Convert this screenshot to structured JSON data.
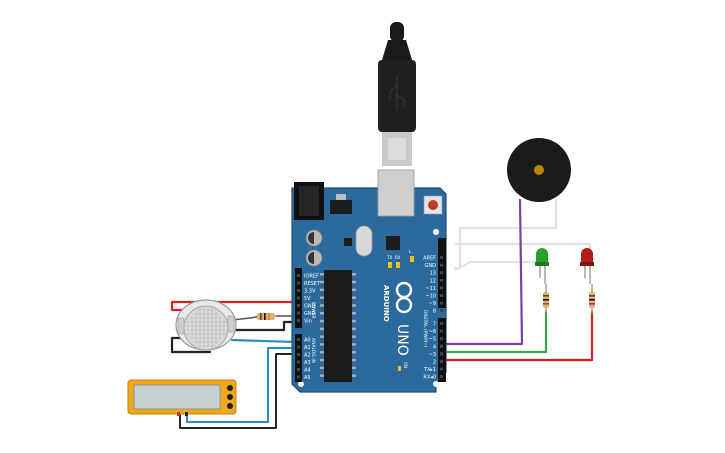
{
  "board": {
    "brand": "ARDUINO",
    "model": "UNO",
    "power_header": "POWER",
    "analog_header": "ANALOG IN",
    "digital_header": "DIGITAL (PWM~)",
    "power_pins": [
      "IOREF",
      "RESET",
      "3.3V",
      "5V",
      "GND",
      "GND",
      "Vin"
    ],
    "analog_pins": [
      "A0",
      "A1",
      "A2",
      "A3",
      "A4",
      "A5"
    ],
    "digital_top_pins": [
      "AREF",
      "GND",
      "13",
      "12",
      "~11",
      "~10",
      "~9",
      "8"
    ],
    "digital_bottom_pins": [
      "7",
      "~6",
      "~5",
      "4",
      "~3",
      "2",
      "TX▸1",
      "RX◂0"
    ],
    "led_labels": [
      "TX",
      "RX",
      "L"
    ],
    "on_label": "ON",
    "colors": {
      "pcb": "#2c6a9e",
      "pcb_edge": "#1f4f78"
    }
  },
  "components": {
    "usb_cable": {
      "icon": "usb-plug-icon"
    },
    "gas_sensor": {
      "icon": "gas-sensor-icon"
    },
    "piezo_buzzer": {
      "icon": "buzzer-icon"
    },
    "green_led": {
      "color": "#2aa02a"
    },
    "red_led": {
      "color": "#c0201e"
    },
    "multimeter": {
      "display": "",
      "color": "#f2a81d"
    }
  },
  "wires": {
    "red": "#d22020",
    "black": "#222222",
    "green": "#3aa64a",
    "purple": "#7a3fa8",
    "blue": "#2a8fc0",
    "white": "#e8e8e8"
  }
}
